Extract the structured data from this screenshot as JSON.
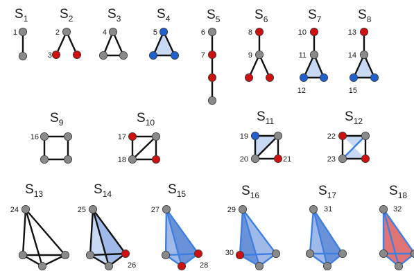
{
  "colors": {
    "gray": "#8a8a8a",
    "red": "#cc1111",
    "blue": "#1f5fcf",
    "edge": "#111111",
    "blue_edge": "#3f7fe0",
    "fill_light": "#c7d9f3",
    "fill_mid": "#9fbae8",
    "fill_dark": "#6a92d9",
    "fill_red": "#e07474"
  },
  "subgraphs": [
    {
      "prefix": "S",
      "sub": "1"
    },
    {
      "prefix": "S",
      "sub": "2"
    },
    {
      "prefix": "S",
      "sub": "3"
    },
    {
      "prefix": "S",
      "sub": "4"
    },
    {
      "prefix": "S",
      "sub": "5"
    },
    {
      "prefix": "S",
      "sub": "6"
    },
    {
      "prefix": "S",
      "sub": "7"
    },
    {
      "prefix": "S",
      "sub": "8"
    },
    {
      "prefix": "S",
      "sub": "9"
    },
    {
      "prefix": "S",
      "sub": "10"
    },
    {
      "prefix": "S",
      "sub": "11"
    },
    {
      "prefix": "S",
      "sub": "12"
    },
    {
      "prefix": "S",
      "sub": "13"
    },
    {
      "prefix": "S",
      "sub": "14"
    },
    {
      "prefix": "S",
      "sub": "15"
    },
    {
      "prefix": "S",
      "sub": "16"
    },
    {
      "prefix": "S",
      "sub": "17"
    },
    {
      "prefix": "S",
      "sub": "18"
    }
  ],
  "node_labels": [
    "1",
    "2",
    "3",
    "4",
    "5",
    "6",
    "7",
    "8",
    "9",
    "10",
    "11",
    "12",
    "13",
    "14",
    "15",
    "16",
    "17",
    "18",
    "19",
    "20",
    "21",
    "22",
    "23",
    "24",
    "25",
    "26",
    "27",
    "28",
    "29",
    "30",
    "31",
    "32"
  ]
}
